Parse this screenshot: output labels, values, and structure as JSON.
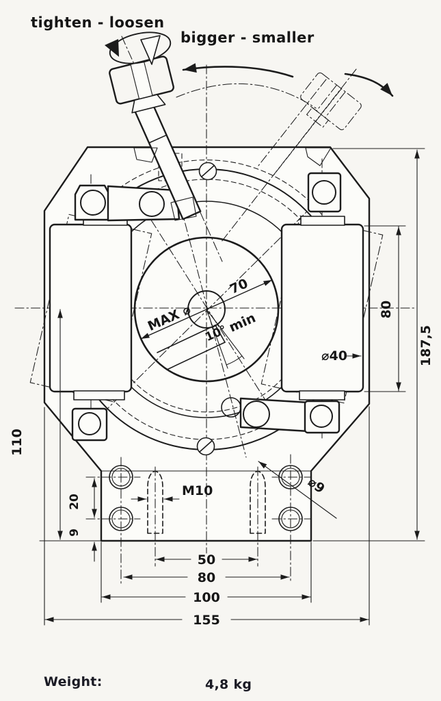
{
  "annotations": {
    "tighten_loosen": "tighten - loosen",
    "bigger_smaller": "bigger  -  smaller"
  },
  "dimensions": {
    "max_bore_prefix": "MAX ⌀",
    "max_bore_value": "70",
    "min_angle": "10°",
    "min_angle_unit": "min",
    "roller_diameter": "⌀40",
    "roller_length": "80",
    "overall_height": "187,5",
    "base_to_center": "110",
    "hole_row_spacing": "20",
    "hole_row_to_base": "9",
    "thread_size": "M10",
    "mount_hole_diameter": "⌀9",
    "stud_spacing": "50",
    "hole_spacing": "80",
    "base_width": "100",
    "overall_width": "155"
  },
  "footer": {
    "weight_label": "Weight:",
    "weight_value": "4,8 kg"
  },
  "colors": {
    "ink": "#1c1c1c",
    "paper": "#f7f6f2"
  }
}
